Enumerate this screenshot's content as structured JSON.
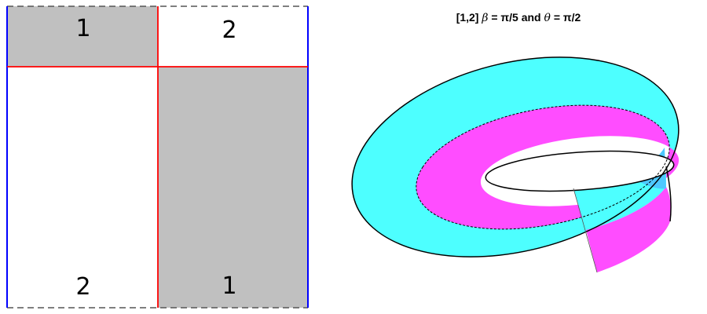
{
  "left_diagram": {
    "labels": {
      "top_left": "1",
      "top_right": "2",
      "bottom_left": "2",
      "bottom_right": "1"
    },
    "colors": {
      "shaded": "#c0c0c0",
      "unshaded": "#ffffff",
      "seam": "#ff0000",
      "side_edges": "#0000ff",
      "dashed_edges": "#555555"
    }
  },
  "right_diagram": {
    "title": {
      "prefix": "[1,2]",
      "beta_symbol": "β",
      "beta_value": "= π/5",
      "connector": "and",
      "theta_symbol": "θ",
      "theta_value": "= π/2"
    },
    "colors": {
      "outer_face": "#4dffff",
      "inner_face": "#ff4dff",
      "overlap": "#4dc8ff",
      "outline": "#000000"
    }
  }
}
